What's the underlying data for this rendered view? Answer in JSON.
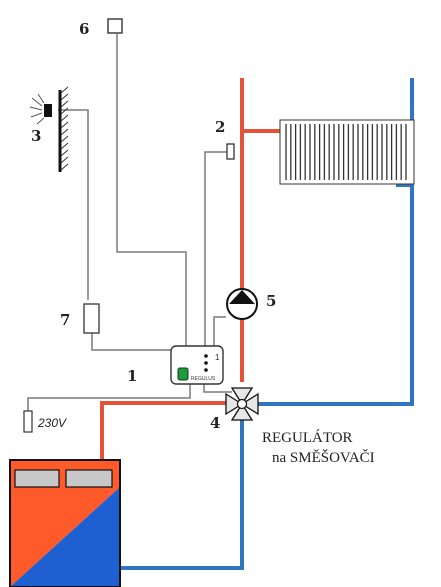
{
  "diagram": {
    "component_numbers": {
      "controller": "1",
      "temp_sensor": "2",
      "outdoor_sensor": "3",
      "mixing_valve": "4",
      "pump": "5",
      "remote_sensor": "6",
      "room_unit": "7"
    },
    "power_label": "230V",
    "title_line1": "REGULÁTOR",
    "title_line2": "na SMĚŠOVAČI",
    "controller_small_label": "REGULUS",
    "controller_indicator": "1",
    "colors": {
      "hot_pipe": "#e2533a",
      "cold_pipe": "#2f75c2",
      "wire": "#7a7a7a",
      "boiler_hot": "#ff5a2a",
      "boiler_cold": "#1e5fd2",
      "controller_led": "#1f9a3a"
    }
  }
}
